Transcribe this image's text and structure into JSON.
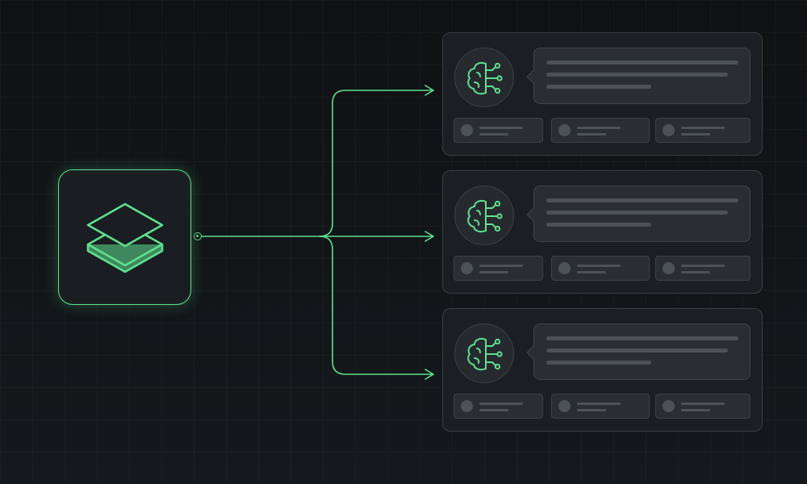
{
  "diagram": {
    "source": {
      "icon": "layers-stack-icon"
    },
    "targets": [
      {
        "icon": "ai-brain-circuit-icon",
        "chips": 3,
        "message_lines": 3
      },
      {
        "icon": "ai-brain-circuit-icon",
        "chips": 3,
        "message_lines": 3
      },
      {
        "icon": "ai-brain-circuit-icon",
        "chips": 3,
        "message_lines": 3
      }
    ]
  },
  "colors": {
    "accent": "#5ee08f",
    "background": "#121417",
    "card": "#1b1e22",
    "card_border": "#3a3f45",
    "placeholder": "#4c5157"
  }
}
